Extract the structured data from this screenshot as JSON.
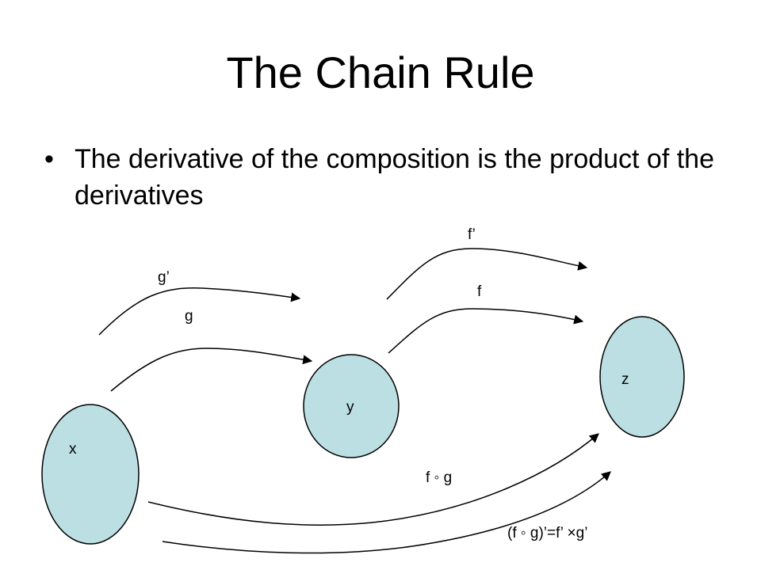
{
  "slide": {
    "title": "The Chain Rule",
    "bullets": [
      "The derivative of the composition is the product of the derivatives"
    ]
  },
  "diagram": {
    "node_fill": "#bcdfe3",
    "node_stroke": "#000000",
    "nodes": [
      {
        "id": "x",
        "label": "x"
      },
      {
        "id": "y",
        "label": "y"
      },
      {
        "id": "z",
        "label": "z"
      }
    ],
    "edges": [
      {
        "id": "g-prime",
        "label": "g’"
      },
      {
        "id": "g",
        "label": "g"
      },
      {
        "id": "f-prime",
        "label": "f’"
      },
      {
        "id": "f",
        "label": "f"
      },
      {
        "id": "f-of-g",
        "label": "f ◦ g"
      },
      {
        "id": "chain-derivative",
        "label": "(f ◦ g)’=f’ ×g’"
      }
    ]
  }
}
